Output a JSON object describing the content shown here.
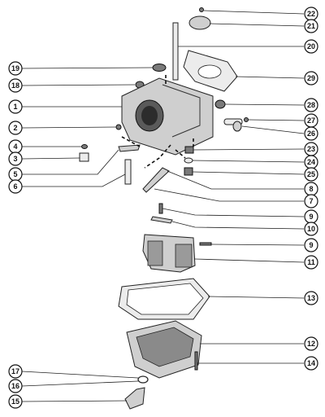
{
  "diagram": {
    "callouts": [
      {
        "id": "c1",
        "label": "1"
      },
      {
        "id": "c2",
        "label": "2"
      },
      {
        "id": "c3",
        "label": "3"
      },
      {
        "id": "c4",
        "label": "4"
      },
      {
        "id": "c5",
        "label": "5"
      },
      {
        "id": "c6",
        "label": "6"
      },
      {
        "id": "c7",
        "label": "7"
      },
      {
        "id": "c8",
        "label": "8"
      },
      {
        "id": "c9a",
        "label": "9"
      },
      {
        "id": "c9b",
        "label": "9"
      },
      {
        "id": "c10",
        "label": "10"
      },
      {
        "id": "c11",
        "label": "11"
      },
      {
        "id": "c12",
        "label": "12"
      },
      {
        "id": "c13",
        "label": "13"
      },
      {
        "id": "c14",
        "label": "14"
      },
      {
        "id": "c15",
        "label": "15"
      },
      {
        "id": "c16",
        "label": "16"
      },
      {
        "id": "c17",
        "label": "17"
      },
      {
        "id": "c18",
        "label": "18"
      },
      {
        "id": "c19",
        "label": "19"
      },
      {
        "id": "c20",
        "label": "20"
      },
      {
        "id": "c21",
        "label": "21"
      },
      {
        "id": "c22",
        "label": "22"
      },
      {
        "id": "c23",
        "label": "23"
      },
      {
        "id": "c24",
        "label": "24"
      },
      {
        "id": "c25",
        "label": "25"
      },
      {
        "id": "c26",
        "label": "26"
      },
      {
        "id": "c27",
        "label": "27"
      },
      {
        "id": "c28",
        "label": "28"
      },
      {
        "id": "c29",
        "label": "29"
      }
    ]
  }
}
